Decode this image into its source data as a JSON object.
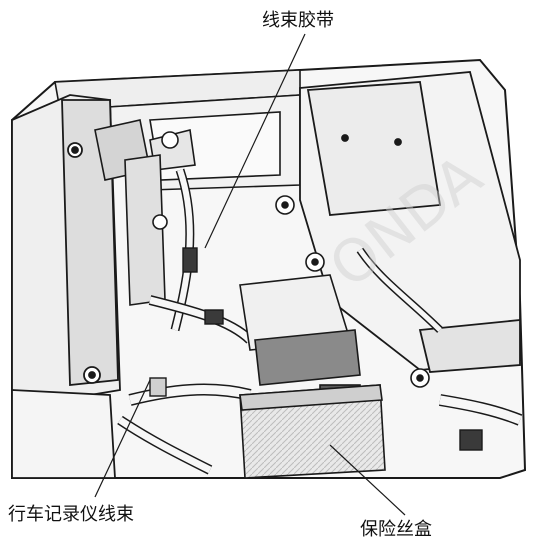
{
  "callouts": {
    "harness_strap": "线束胶带",
    "recorder_harness": "行车记录仪线束",
    "fuse_box": "保险丝盒"
  },
  "watermark": {
    "text": "ONDA"
  },
  "colors": {
    "line": "#1a1a1a",
    "fill_light": "#f4f4f4",
    "fill_mid": "#d9d9d9",
    "fill_dark": "#6e6e6e",
    "background": "#ffffff"
  }
}
